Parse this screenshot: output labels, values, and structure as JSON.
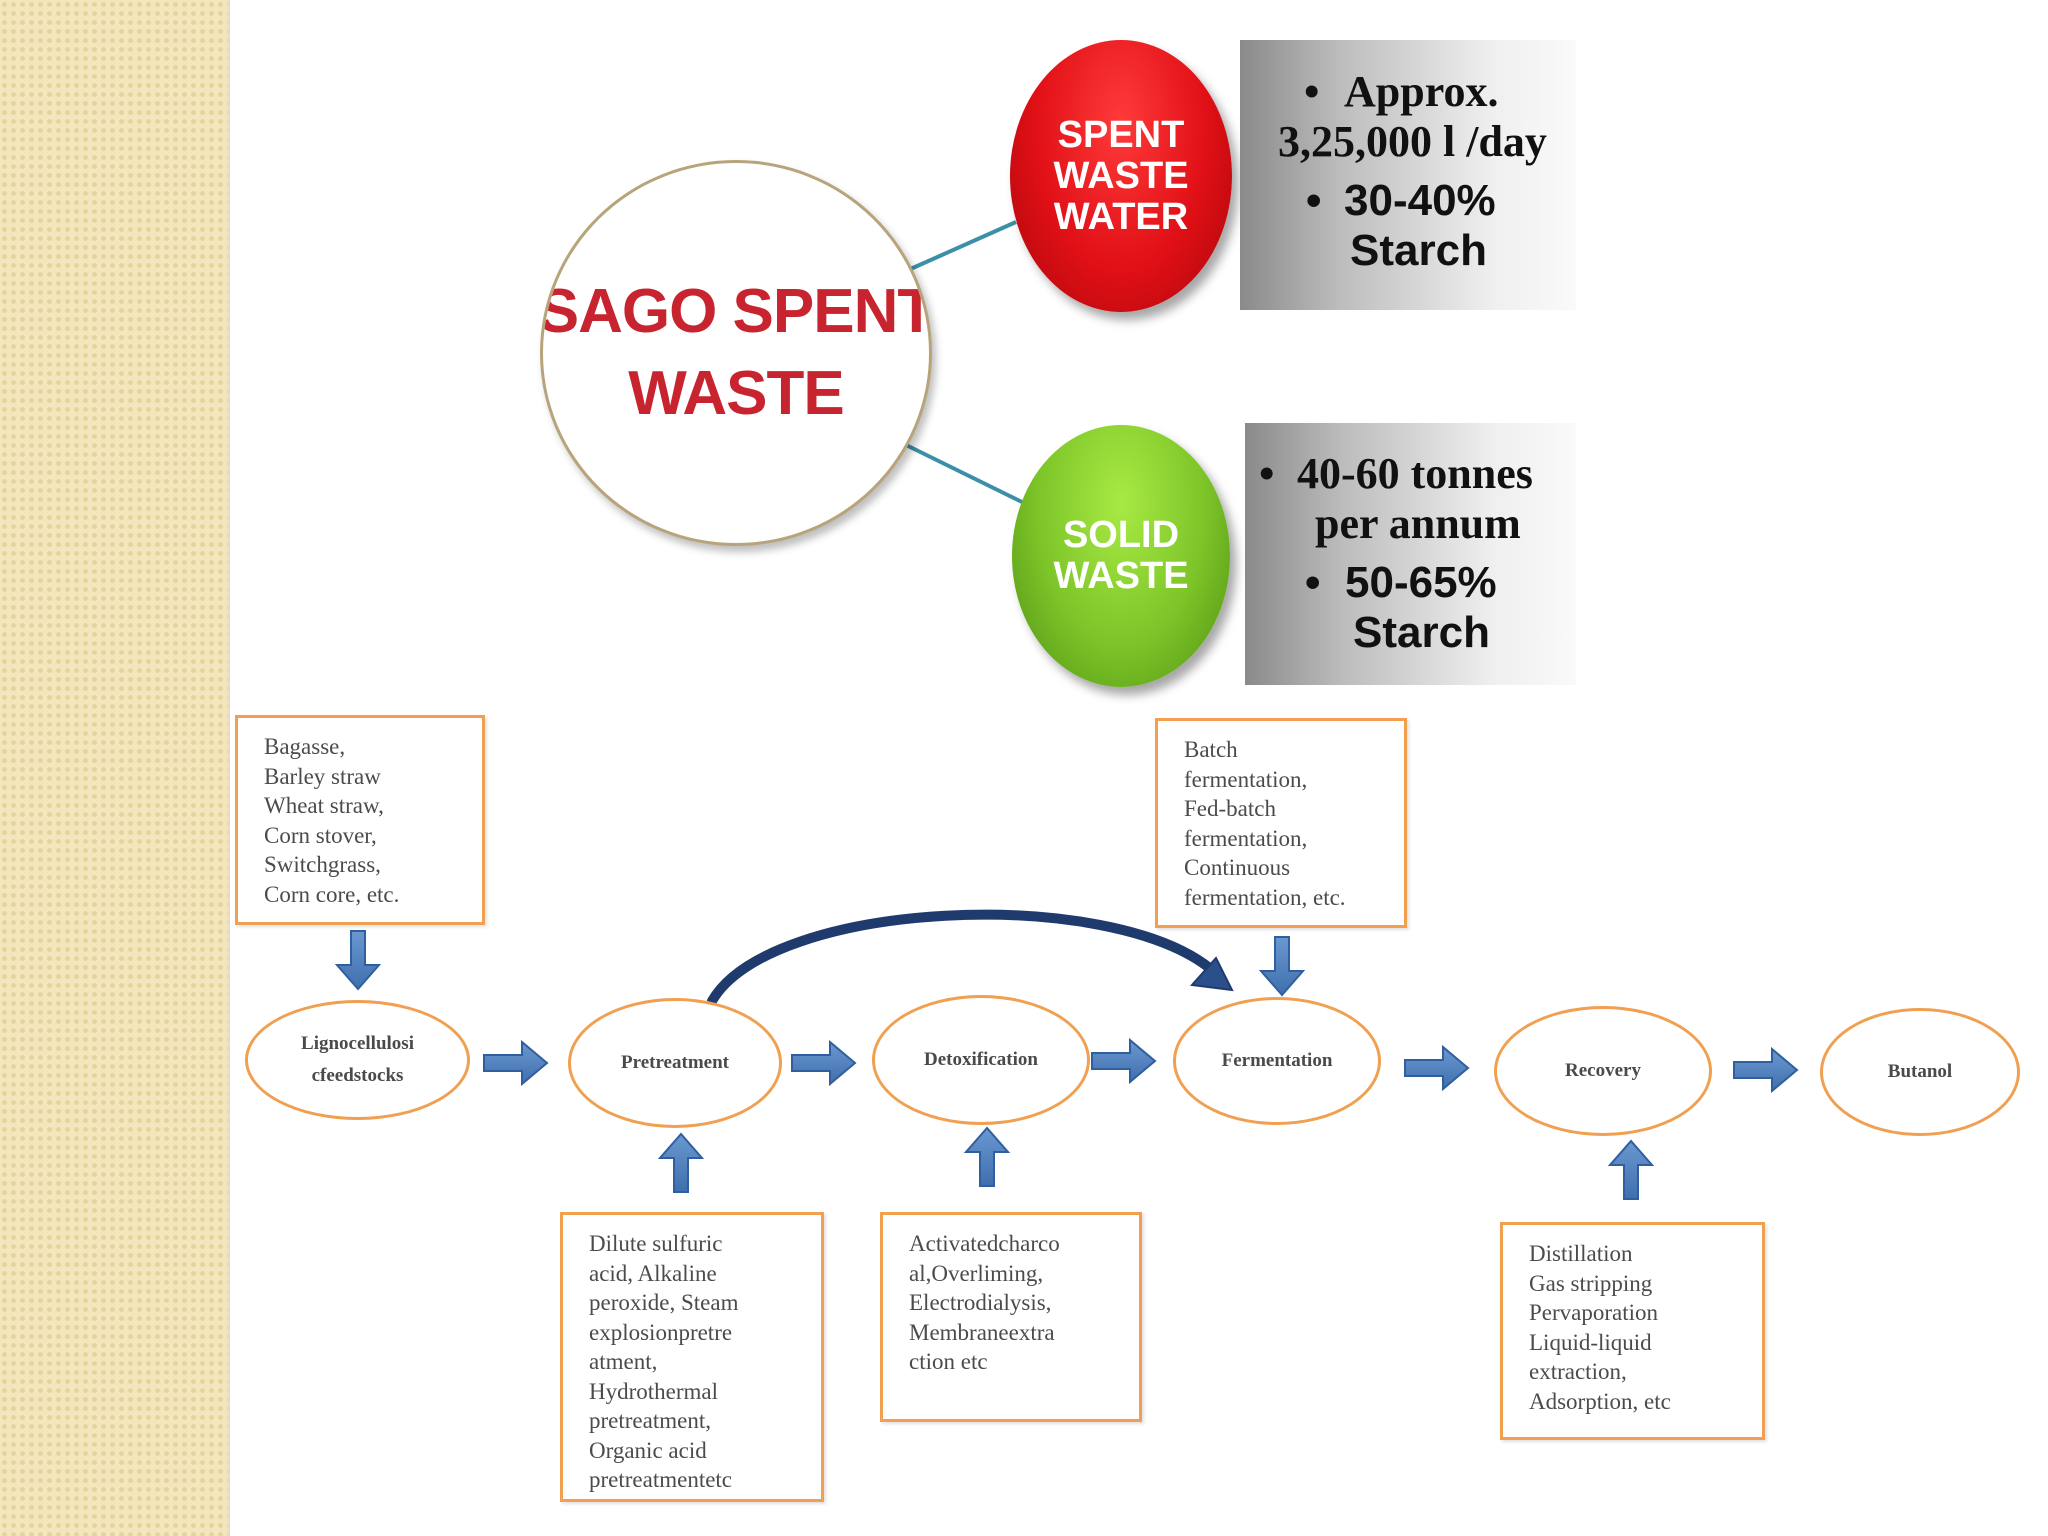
{
  "main": {
    "line1": "SAGO SPENT",
    "line2": "WASTE"
  },
  "spent_water": {
    "label_lines": [
      "SPENT",
      "WASTE",
      "WATER"
    ],
    "info": {
      "b1_l1": "Approx.",
      "b1_l2": "3,25,000 l /day",
      "b2_l1": "30-40%",
      "b2_l2": "Starch"
    }
  },
  "solid_waste": {
    "label_lines": [
      "SOLID",
      "WASTE"
    ],
    "info": {
      "b1_l1": "40-60 tonnes",
      "b1_l2": "per annum",
      "b2_l1": "50-65%",
      "b2_l2": "Starch"
    }
  },
  "bullet": "•",
  "process": {
    "nodes": {
      "feedstock": [
        "Lignocellulosi",
        "cfeedstocks"
      ],
      "pretreatment": "Pretreatment",
      "detox": "Detoxification",
      "fermentation": "Fermentation",
      "recovery": "Recovery",
      "butanol": "Butanol"
    },
    "boxes": {
      "feedstock": [
        "Bagasse,",
        "Barley straw",
        "Wheat straw,",
        "Corn stover,",
        "Switchgrass,",
        "Corn core, etc."
      ],
      "fermentation": [
        "Batch",
        "fermentation,",
        "Fed-batch",
        "fermentation,",
        "Continuous",
        "fermentation, etc."
      ],
      "pretreatment": [
        "Dilute sulfuric",
        "acid, Alkaline",
        "peroxide, Steam",
        "explosionpretre",
        "atment,",
        "Hydrothermal",
        "pretreatment,",
        "Organic acid",
        "pretreatmentetc"
      ],
      "detox": [
        "Activatedcharco",
        "al,Overliming,",
        "Electrodialysis,",
        "Membraneextra",
        "ction etc"
      ],
      "recovery": [
        "Distillation",
        "Gas stripping",
        "Pervaporation",
        "Liquid-liquid",
        "extraction,",
        "Adsorption, etc"
      ]
    }
  },
  "colors": {
    "accent_red": "#c8242f",
    "ball_red": "#e01016",
    "ball_green": "#7cc428",
    "connector": "#3c8fa8",
    "box_border": "#f0a050",
    "arrow_blue": "#4f81bd",
    "curve_navy": "#1f3b6e"
  }
}
